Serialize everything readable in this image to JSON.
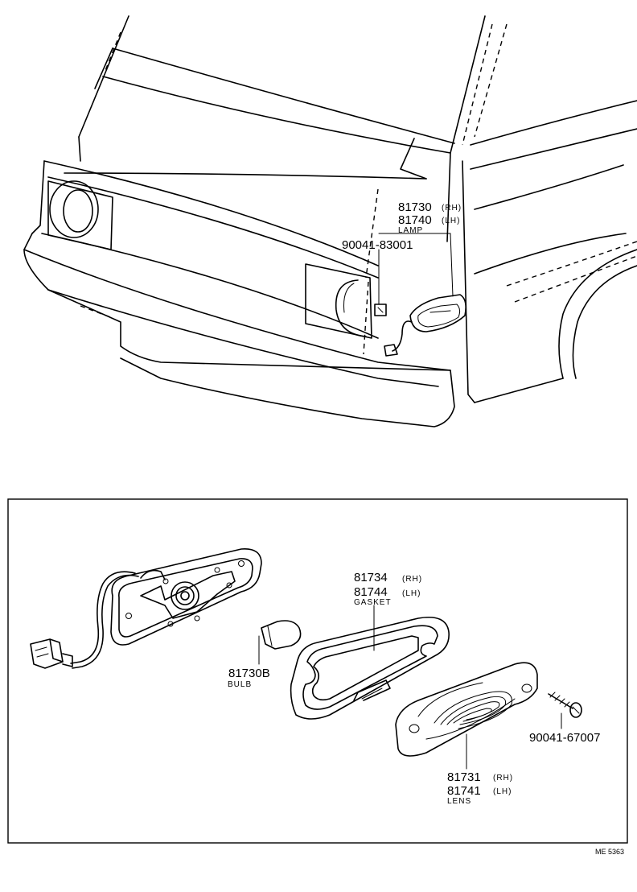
{
  "top_view": {
    "lamp": {
      "pn_rh": "81730",
      "side_rh": "(RH)",
      "pn_lh": "81740",
      "side_lh": "(LH)",
      "name": "LAMP"
    },
    "screw": {
      "pn": "90041-83001"
    }
  },
  "exploded_view": {
    "gasket": {
      "pn_rh": "81734",
      "side_rh": "(RH)",
      "pn_lh": "81744",
      "side_lh": "(LH)",
      "name": "GASKET"
    },
    "bulb": {
      "pn": "81730B",
      "name": "BULB"
    },
    "screw": {
      "pn": "90041-67007"
    },
    "lens": {
      "pn_rh": "81731",
      "side_rh": "(RH)",
      "pn_lh": "81741",
      "side_lh": "(LH)",
      "name": "LENS"
    }
  },
  "drawing_code": "ME 5363"
}
